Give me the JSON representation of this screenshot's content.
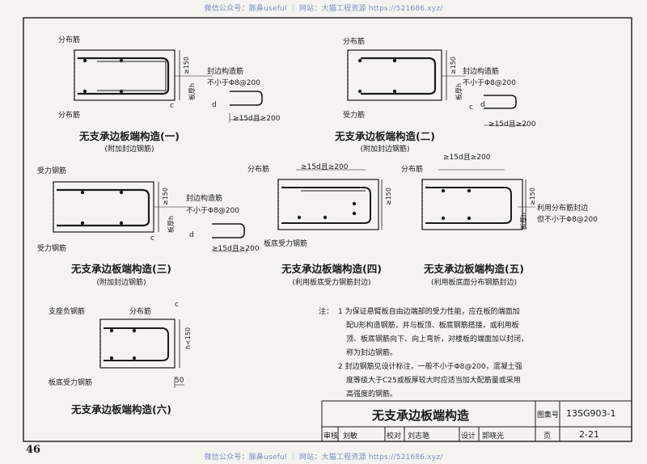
{
  "watermark": "微信公众号：豚鼻useful ｜ 网站：大猫工程资源 https://521686.xyz/",
  "page_number": "46",
  "labels": {
    "distribution_bar": "分布筋",
    "tension_bar": "受力钢筋",
    "tension_bar_short": "受力筋",
    "edge_seal_bar": "封边构造筋",
    "min_spec": "不小于Φ8@200",
    "dim_150": "≥150",
    "dim_150_lt": "h<150",
    "slab_thickness": "板厚h",
    "dim_c": "c",
    "dim_d": "d",
    "anchor_len": "≥15d且≥200",
    "slab_bottom_bar": "板底受力钢筋",
    "support_neg_bar": "支座负钢筋",
    "use_dist_bar_seal": "利用分布筋封边",
    "use_dist_bar_min": "但不小于Φ8@200",
    "dim_50": "50"
  },
  "details": [
    {
      "title": "无支承边板端构造(一)",
      "subtitle": "(附加封边钢筋)"
    },
    {
      "title": "无支承边板端构造(二)",
      "subtitle": "(附加封边钢筋)"
    },
    {
      "title": "无支承边板端构造(三)",
      "subtitle": "(附加封边钢筋)"
    },
    {
      "title": "无支承边板端构造(四)",
      "subtitle": "(利用板底受力钢筋封边)"
    },
    {
      "title": "无支承边板端构造(五)",
      "subtitle": "(利用板底面分布钢筋封边)"
    },
    {
      "title": "无支承边板端构造(六)",
      "subtitle": ""
    }
  ],
  "notes": {
    "prefix": "注：",
    "items": [
      "1 为保证悬臂板自由边端部的受力性能，应在板的端面加",
      "配U形构造钢筋，并与板顶、板底钢筋搭接，或利用板",
      "顶、板底钢筋向下、向上弯折，对楼板的端面加以封闭，",
      "称为封边钢筋。",
      "2 封边钢筋见设计标注，一般不小于Φ8@200，混凝土强",
      "度等级大于C25或板厚较大时应适当加大配筋量或采用",
      "高强度的钢筋。"
    ]
  },
  "title_block": {
    "title": "无支承边板端构造",
    "atlas_label": "图集号",
    "atlas_no": "13SG903-1",
    "review_label": "审核",
    "review_name": "刘敏",
    "check_label": "校对",
    "check_name": "刘志艳",
    "design_label": "设计",
    "design_name": "郭晓光",
    "page_label": "页",
    "page_no": "2-21"
  }
}
